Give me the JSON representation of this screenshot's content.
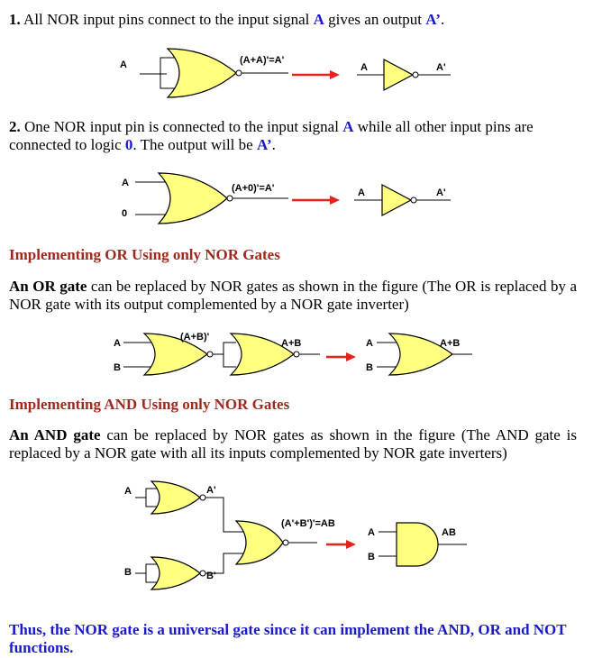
{
  "item1": {
    "num": "1.",
    "text_a": " All NOR input pins connect to the input signal ",
    "sig": "A",
    "text_b": " gives an output ",
    "out": "A’",
    "text_c": "."
  },
  "fig1": {
    "in_label": "A",
    "expr": "(A+A)'=A'",
    "inv_in": "A",
    "inv_out": "A'"
  },
  "item2": {
    "num": "2.",
    "text_a": " One NOR input pin is connected to the input signal ",
    "sig": "A",
    "text_b": " while all other input pins are connected to logic ",
    "zero": "0",
    "text_c": ". The output will be ",
    "out": "A’",
    "text_d": "."
  },
  "fig2": {
    "in_a": "A",
    "in_0": "0",
    "expr": "(A+0)'=A'",
    "inv_in": "A",
    "inv_out": "A'"
  },
  "heading_or": "Implementing OR Using only NOR Gates",
  "para_or": {
    "lead": "An OR gate",
    "rest": " can be replaced by NOR gates as shown in the figure (The OR is replaced by a NOR gate with its output complemented by a NOR gate inverter)"
  },
  "fig3": {
    "in_a": "A",
    "in_b": "B",
    "mid": "(A+B)'",
    "out": "A+B",
    "eq_a": "A",
    "eq_b": "B",
    "eq_out": "A+B"
  },
  "heading_and": "Implementing AND Using only NOR Gates",
  "para_and": {
    "lead": "An AND gate",
    "rest": " can be replaced by NOR gates as shown in the figure (The AND gate is replaced by a NOR gate with all its inputs complemented by NOR gate inverters)"
  },
  "fig4": {
    "in_a": "A",
    "a_not": "A'",
    "in_b": "B",
    "b_not": "B'",
    "expr": "(A'+B')'=AB",
    "eq_a": "A",
    "eq_b": "B",
    "eq_out": "AB"
  },
  "closing": "Thus, the NOR gate is a universal gate since it can implement the AND, OR and NOT functions.",
  "colors": {
    "signal_blue": "#1a1acc",
    "heading": "#a0291f",
    "gate_fill": "#ffff80",
    "arrow": "#e8211a"
  }
}
